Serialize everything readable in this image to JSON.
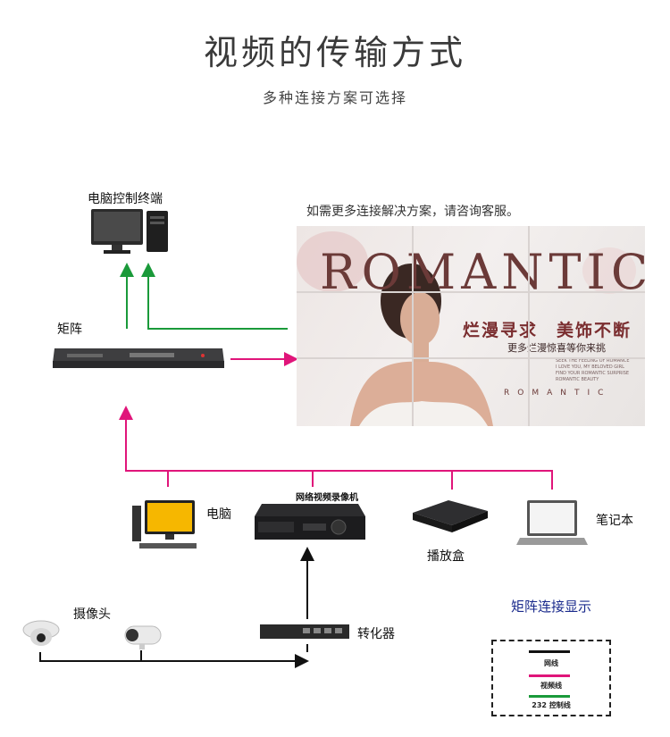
{
  "header": {
    "title": "视频的传输方式",
    "subtitle": "多种连接方案可选择"
  },
  "nodes": {
    "computer_terminal": "电脑控制终端",
    "matrix": "矩阵",
    "pc": "电脑",
    "nvr": "网络视频录像机",
    "player_box": "播放盒",
    "laptop": "笔记本",
    "camera": "摄像头",
    "converter": "转化器"
  },
  "note": "如需更多连接解决方案，请咨询客服。",
  "video_wall": {
    "headline": "ROMANTIC",
    "cn_headline": "烂漫寻求　美饰不断",
    "cn_sub": "更多烂漫惊喜等你来挑",
    "tiny_lines": [
      "SEEK THE FEELING OF ROMANCE",
      "I LOVE YOU, MY BELOVED GIRL",
      "FIND YOUR ROMANTIC SURPRISE",
      "ROMANTIC BEAUTY"
    ],
    "footer": "ROMANTIC"
  },
  "legend": {
    "title": "矩阵连接显示",
    "items": [
      {
        "label": "网线",
        "color": "#111111"
      },
      {
        "label": "视频线",
        "color": "#e0157a"
      },
      {
        "label": "232 控制线",
        "color": "#1a9a3a"
      }
    ]
  },
  "colors": {
    "network": "#111111",
    "video": "#e0157a",
    "control": "#1a9a3a"
  }
}
